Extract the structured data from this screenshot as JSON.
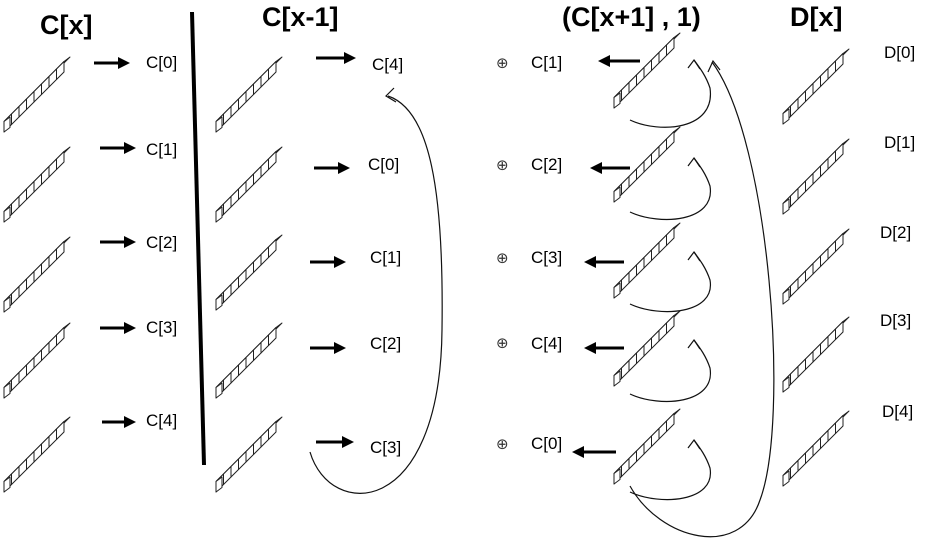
{
  "headers": {
    "col1": "C[x]",
    "col2": "C[x-1]",
    "col3": "(C[x+1] , 1)",
    "col4": "D[x]"
  },
  "col1_labels": [
    "C[0]",
    "C[1]",
    "C[2]",
    "C[3]",
    "C[4]"
  ],
  "col2_labels": [
    "C[4]",
    "C[0]",
    "C[1]",
    "C[2]",
    "C[3]"
  ],
  "col3_labels": [
    "C[1]",
    "C[2]",
    "C[3]",
    "C[4]",
    "C[0]"
  ],
  "col4_labels": [
    "D[0]",
    "D[1]",
    "D[2]",
    "D[3]",
    "D[4]"
  ],
  "xor_symbol": "⊕",
  "lane_cells": 8
}
